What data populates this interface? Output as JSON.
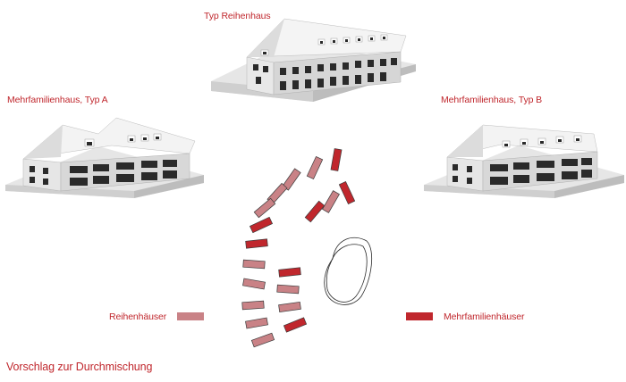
{
  "labels": {
    "reihenhaus": "Typ Reihenhaus",
    "mfh_a": "Mehrfamilienhaus, Typ A",
    "mfh_b": "Mehrfamilienhaus, Typ B",
    "footer": "Vorschlag zur Durchmischung"
  },
  "legend": [
    {
      "key": "reihen",
      "label": "Reihenhäuser",
      "color": "#c98286"
    },
    {
      "key": "mfh",
      "label": "Mehrfamilienhäuser",
      "color": "#c0272d"
    }
  ],
  "colors": {
    "accent": "#c0272d",
    "reihen": "#c98286",
    "mfh": "#c0272d"
  }
}
